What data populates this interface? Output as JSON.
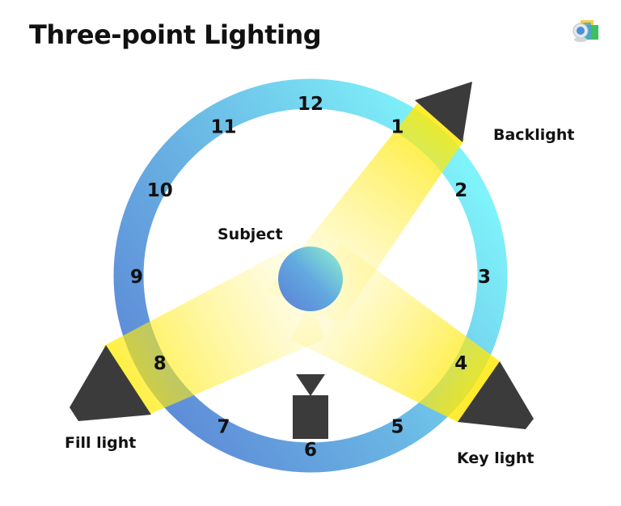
{
  "title": "Three-point Lighting",
  "clock_numbers": [
    "12",
    "1",
    "2",
    "3",
    "4",
    "5",
    "6",
    "7",
    "8",
    "9",
    "10",
    "11"
  ],
  "labels": {
    "subject": "Subject",
    "backlight": "Backlight",
    "fill_light": "Fill light",
    "key_light": "Key light"
  },
  "icons": {
    "logo": "webcam-logo-icon",
    "camera": "camera-icon",
    "light": "light-icon"
  },
  "colors": {
    "ring_start": "#5b86d6",
    "ring_end": "#7ff0f8",
    "beam": "#ffee33",
    "light": "#3c3b3c"
  }
}
